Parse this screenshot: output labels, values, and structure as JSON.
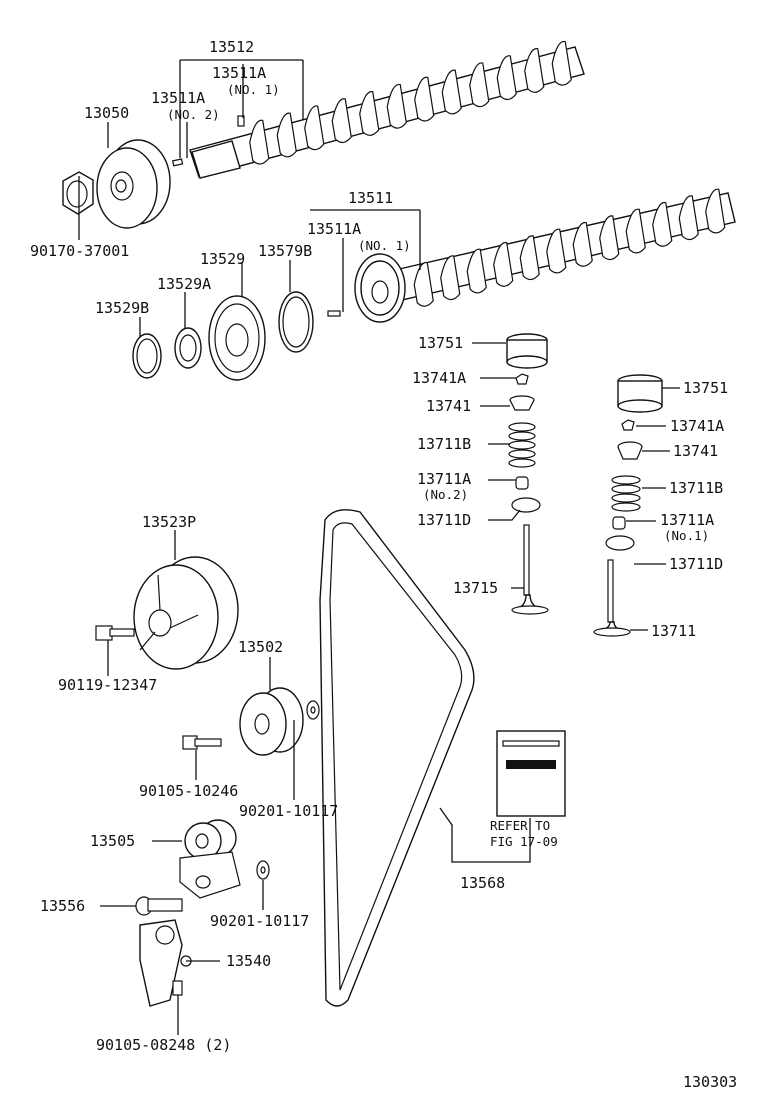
{
  "figure_code": "130303",
  "labels": {
    "camshaft_assy_no2": "13512",
    "cam_pin_a_no1_top": "13511A",
    "cam_pin_a_no1_top_note": "(NO. 1)",
    "cam_pin_a_no2": "13511A",
    "cam_pin_a_no2_note": "(NO. 2)",
    "timing_pulley_gear": "13050",
    "nut": "90170-37001",
    "camshaft_assy_no1": "13511",
    "cam_pin_a_no1_bottom": "13511A",
    "cam_pin_a_no1_bottom_note": "(NO. 1)",
    "sub_gear": "13529",
    "snap_ring_b": "13579B",
    "wave_washer": "13529A",
    "snap_ring": "13529B",
    "intake_lifter": "13751",
    "intake_keeper": "13741A",
    "intake_retainer": "13741",
    "intake_spring": "13711B",
    "intake_oil_seal": "13711A",
    "intake_oil_seal_note": "(No.2)",
    "intake_spring_seat": "13711D",
    "intake_valve": "13715",
    "exhaust_lifter": "13751",
    "exhaust_keeper": "13741A",
    "exhaust_retainer": "13741",
    "exhaust_spring": "13711B",
    "exhaust_oil_seal": "13711A",
    "exhaust_oil_seal_note": "(No.1)",
    "exhaust_spring_seat": "13711D",
    "exhaust_valve": "13711",
    "crank_pulley": "13523P",
    "bolt_pulley": "90119-12347",
    "idler_pulley_no1": "13502",
    "bolt_idler": "90105-10246",
    "washer_idler": "90201-10117",
    "idler_pulley_no2": "13505",
    "washer_tensioner": "90201-10117",
    "pin_bolt": "13556",
    "tensioner": "13540",
    "bolt_tensioner": "90105-08248 (2)",
    "timing_belt": "13568",
    "refer_line1": "REFER TO",
    "refer_line2": "FIG 17-09"
  }
}
